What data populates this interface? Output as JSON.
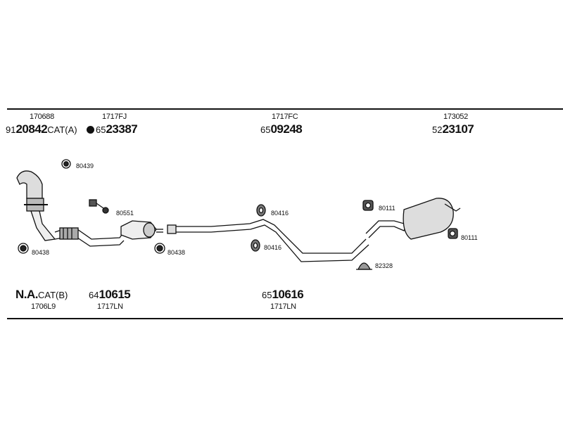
{
  "top_group": [
    {
      "code": "170688",
      "prefix": "91",
      "num": "20842",
      "suffix": "CAT(A)"
    },
    {
      "code": "1717FJ",
      "prefix": "65",
      "num": "23387",
      "suffix": ""
    },
    {
      "code": "1717FC",
      "prefix": "65",
      "num": "09248",
      "suffix": ""
    },
    {
      "code": "173052",
      "prefix": "52",
      "num": "23107",
      "suffix": ""
    }
  ],
  "bottom_group": [
    {
      "code": "1706L9",
      "prefix": "",
      "num": "N.A.",
      "suffix": "CAT(B)"
    },
    {
      "code": "1717LN",
      "prefix": "64",
      "num": "10615",
      "suffix": ""
    },
    {
      "code": "1717LN",
      "prefix": "65",
      "num": "10616",
      "suffix": ""
    }
  ],
  "small_parts": [
    "80439",
    "80551",
    "80438",
    "80438",
    "80416",
    "80416",
    "80111",
    "80111",
    "82328"
  ]
}
